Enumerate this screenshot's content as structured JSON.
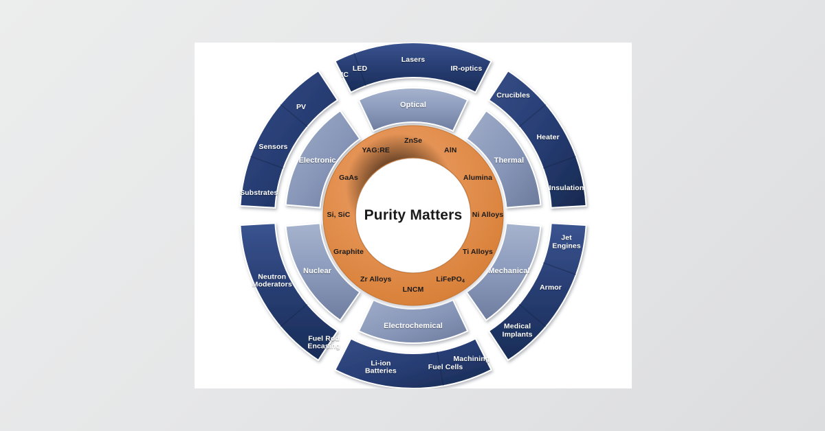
{
  "diagram": {
    "title": "Purity Matters",
    "hub_label": "Purity Matters",
    "colors": {
      "outer_ring": "#233C73",
      "outer_ring_dark": "#152murky",
      "middle_ring": "#8B9BBE",
      "inner_ring": "#E08A43",
      "hub": "#FFFFFF",
      "panel": "#FFFFFF",
      "page_background": "#E4E5E7",
      "outer_label": "#FFFFFF",
      "middle_label": "#FFFFFF",
      "inner_label": "#1A1A1A"
    },
    "inner_ring": {
      "name": "materials",
      "items": [
        {
          "label": "ZnSe",
          "angle": -90
        },
        {
          "label": "AlN",
          "angle": -60
        },
        {
          "label": "Alumina",
          "angle": -30
        },
        {
          "label": "Ni Alloys",
          "angle": 0
        },
        {
          "label": "Ti Alloys",
          "angle": 30
        },
        {
          "label": "LiFePO4",
          "angle": 60,
          "sub": "4",
          "base": "LiFePO"
        },
        {
          "label": "LNCM",
          "angle": 90
        },
        {
          "label": "Zr Alloys",
          "angle": 120
        },
        {
          "label": "Graphite",
          "angle": 150
        },
        {
          "label": "Si, SiC",
          "angle": 180
        },
        {
          "label": "GaAs",
          "angle": 210
        },
        {
          "label": "YAG:RE",
          "angle": 240
        }
      ]
    },
    "middle_ring": {
      "name": "application-categories",
      "items": [
        {
          "label": "Optical",
          "angle": -90
        },
        {
          "label": "Thermal",
          "angle": -30
        },
        {
          "label": "Mechanical",
          "angle": 30
        },
        {
          "label": "Electrochemical",
          "angle": 90
        },
        {
          "label": "Nuclear",
          "angle": 150
        },
        {
          "label": "Electronic",
          "angle": 210
        }
      ]
    },
    "outer_ring": {
      "name": "applications",
      "items": [
        {
          "label": "Lasers",
          "angle": -90,
          "group": "Optical"
        },
        {
          "label": "IR-optics",
          "angle": -70,
          "group": "Optical"
        },
        {
          "label": "LED",
          "angle": -110,
          "group": "Optical"
        },
        {
          "label": "Crucibles",
          "angle": -50,
          "group": "Thermal"
        },
        {
          "label": "Heater",
          "angle": -30,
          "group": "Thermal"
        },
        {
          "label": "Insulation",
          "angle": -10,
          "group": "Thermal"
        },
        {
          "label": "Jet\nEngines",
          "angle": 10,
          "group": "Mechanical"
        },
        {
          "label": "Armor",
          "angle": 28,
          "group": "Mechanical"
        },
        {
          "label": "Medical\nImplants",
          "angle": 48,
          "group": "Mechanical"
        },
        {
          "label": "Machining",
          "angle": 68,
          "group": "Mechanical"
        },
        {
          "label": "Fuel Cells",
          "angle": 78,
          "group": "Electrochemical"
        },
        {
          "label": "Li-ion\nBatteries",
          "angle": 102,
          "group": "Electrochemical"
        },
        {
          "label": "Fuel Rod\nEncasing",
          "angle": 125,
          "group": "Nuclear"
        },
        {
          "label": "Neutron\nModerators",
          "angle": 155,
          "group": "Nuclear"
        },
        {
          "label": "Substrates",
          "angle": 188,
          "group": "Electronic"
        },
        {
          "label": "Sensors",
          "angle": 206,
          "group": "Electronic"
        },
        {
          "label": "PV",
          "angle": 224,
          "group": "Electronic"
        },
        {
          "label": "IC",
          "angle": 244,
          "group": "Electronic"
        }
      ]
    }
  }
}
